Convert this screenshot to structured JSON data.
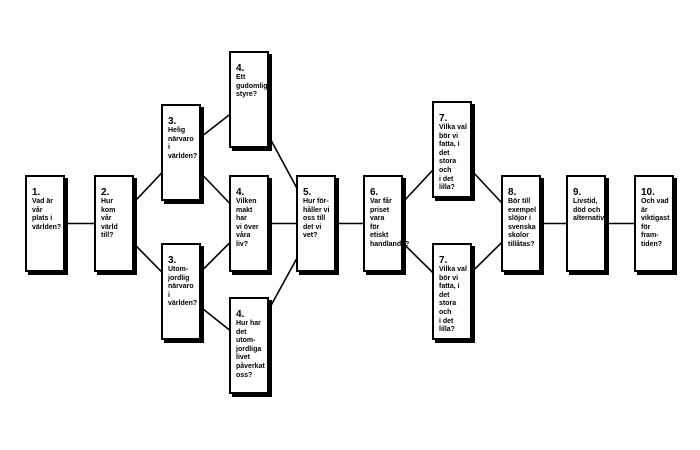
{
  "nodes": [
    {
      "id": "n1",
      "num": "1.",
      "text": "Vad är vår\nplats i\nvärlden?"
    },
    {
      "id": "n2",
      "num": "2.",
      "text": "Hur kom\nvår värld\ntill?"
    },
    {
      "id": "n3a",
      "num": "3.",
      "text": "Helig\nnärvaro\ni världen?"
    },
    {
      "id": "n3b",
      "num": "3.",
      "text": "Utom-\njordlig\nnärvaro\ni världen?"
    },
    {
      "id": "n4a",
      "num": "4.",
      "text": "Ett\ngudomligt\nstyre?"
    },
    {
      "id": "n4b",
      "num": "4.",
      "text": "Vilken\nmakt har\nvi över\nvåra liv?"
    },
    {
      "id": "n4c",
      "num": "4.",
      "text": "Hur har\ndet utom-\njordliga\nlivet\npåverkat\noss?"
    },
    {
      "id": "n5",
      "num": "5.",
      "text": "Hur för-\nhåller vi\noss till\ndet vi vet?"
    },
    {
      "id": "n6",
      "num": "6.",
      "text": "Var får\npriset vara\nför etiskt\nhandlande?"
    },
    {
      "id": "n7a",
      "num": "7.",
      "text": "Vilka val\nbör vi\nfatta, i det\nstora och\ni det lilla?"
    },
    {
      "id": "n7b",
      "num": "7.",
      "text": "Vilka val\nbör vi\nfatta, i det\nstora och\ni det lilla?"
    },
    {
      "id": "n8",
      "num": "8.",
      "text": "Bör till\nexempel\nslöjor i\nsvenska\nskolor\ntillåtas?"
    },
    {
      "id": "n9",
      "num": "9.",
      "text": "Livstid,\ndöd och\nalternativ."
    },
    {
      "id": "n10",
      "num": "10.",
      "text": "Och vad\när viktigast\nför fram-\ntiden?"
    }
  ],
  "edges": [
    [
      "n1",
      "n2"
    ],
    [
      "n2",
      "n3a"
    ],
    [
      "n2",
      "n3b"
    ],
    [
      "n3a",
      "n4a"
    ],
    [
      "n3a",
      "n4b"
    ],
    [
      "n3b",
      "n4b"
    ],
    [
      "n3b",
      "n4c"
    ],
    [
      "n4a",
      "n5"
    ],
    [
      "n4b",
      "n5"
    ],
    [
      "n4c",
      "n5"
    ],
    [
      "n5",
      "n6"
    ],
    [
      "n6",
      "n7a"
    ],
    [
      "n6",
      "n7b"
    ],
    [
      "n7a",
      "n8"
    ],
    [
      "n7b",
      "n8"
    ],
    [
      "n8",
      "n9"
    ],
    [
      "n9",
      "n10"
    ]
  ],
  "colors": {
    "stroke": "#000000",
    "fill": "#ffffff",
    "text": "#000000"
  }
}
